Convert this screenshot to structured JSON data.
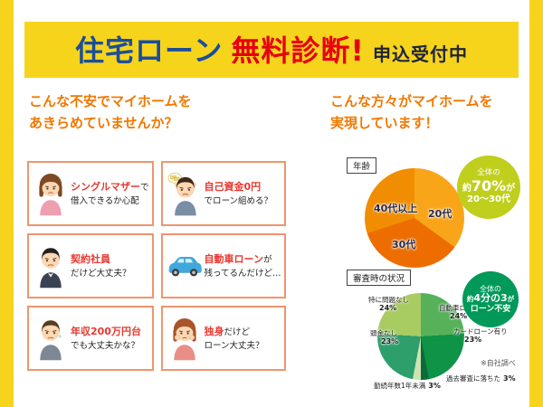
{
  "colors": {
    "accent_yellow": "#F6D41C",
    "heading_orange": "#F07800",
    "em_red": "#E8382F",
    "title_blue": "#1B4E9B",
    "title_red": "#E60012",
    "title_navy": "#20243A",
    "card_border": "#F0956C",
    "callout1_bg": "#C0CF1D",
    "callout2_bg": "#009959"
  },
  "header": {
    "title_blue": "住宅ローン",
    "title_red": "無料診断!",
    "subtitle": "申込受付中"
  },
  "left": {
    "heading_line1": "こんな不安でマイホームを",
    "heading_line2": "あきらめていませんか？",
    "cards": [
      {
        "em": "シングルマザー",
        "tail": "で",
        "line2": "借入できるか心配",
        "icon": "single-mother-icon"
      },
      {
        "em": "自己資金0円",
        "tail": "",
        "line2": "でローン組める？",
        "icon": "no-savings-man-icon"
      },
      {
        "em": "契約社員",
        "tail": "",
        "line2": "だけど大丈夫？",
        "icon": "contract-employee-icon"
      },
      {
        "em": "自動車ローン",
        "tail": "が",
        "line2": "残ってるんだけど…",
        "icon": "car-icon"
      },
      {
        "em": "年収200万円台",
        "tail": "",
        "line2": "でも大丈夫かな？",
        "icon": "low-income-man-icon"
      },
      {
        "em": "独身",
        "tail": "だけど",
        "line2": "ローン大丈夫？",
        "icon": "single-woman-icon"
      }
    ]
  },
  "right": {
    "heading_line1": "こんな方々がマイホームを",
    "heading_line2": "実現しています！",
    "source_note": "※自社調べ"
  },
  "chart_data": [
    {
      "type": "pie",
      "title": "年齢",
      "labels": [
        "20代",
        "30代",
        "40代以上"
      ],
      "values": [
        35,
        35,
        30
      ],
      "colors": [
        "#F9A51A",
        "#ED6D00",
        "#F18D00"
      ],
      "legend_position": "labels-on-slices",
      "callout": {
        "line1": "全体の",
        "line2_pre": "約",
        "line2_big": "70%",
        "line2_post": "が",
        "line3": "20～30代"
      }
    },
    {
      "type": "pie",
      "title": "審査時の状況",
      "labels": [
        "自動車ローン有り",
        "カードローン有り",
        "過去審査に落ちた",
        "勤続年数1年未満",
        "頭金なし",
        "特に問題なし"
      ],
      "values": [
        24,
        23,
        3,
        3,
        23,
        24
      ],
      "pct_labels": [
        "24%",
        "23%",
        "3%",
        "3%",
        "23%",
        "24%"
      ],
      "colors": [
        "#57B159",
        "#0E9347",
        "#0B6B38",
        "#CDE3B4",
        "#2E9E6B",
        "#A8CC62"
      ],
      "legend_position": "labels-around-slices",
      "callout": {
        "line1": "全体の",
        "line2_pre": "約",
        "line2_big": "4分の3",
        "line2_post": "が",
        "line3": "ローン不安"
      }
    }
  ]
}
